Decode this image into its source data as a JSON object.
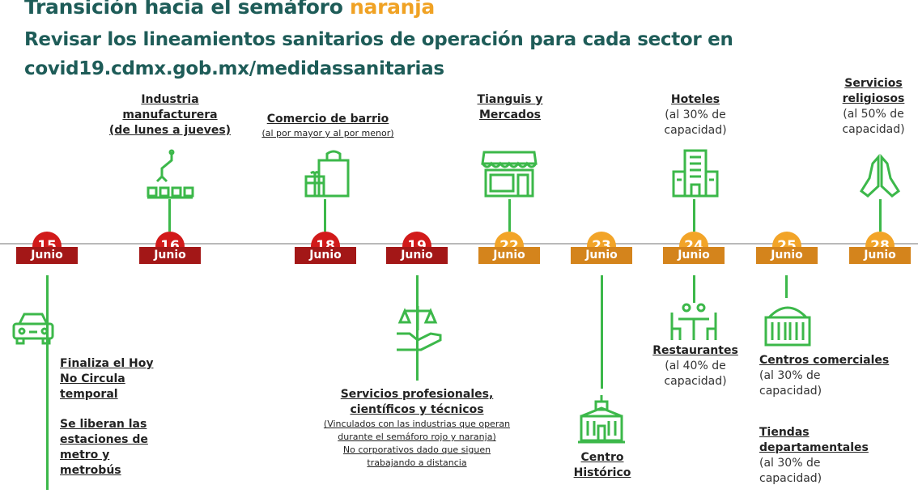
{
  "header": {
    "title_prefix": "Transición hacia el semáforo ",
    "title_accent": "naranja",
    "subtitle_line1": "Revisar los lineamientos sanitarios de operación para cada sector en",
    "subtitle_line2": "covid19.cdmx.gob.mx/medidassanitarias"
  },
  "colors": {
    "red": "#d11a1a",
    "orange": "#f2a428",
    "teal": "#1e5c58",
    "green": "#3cb84a"
  },
  "dates": [
    {
      "day": "15",
      "month": "Junio",
      "status": "red"
    },
    {
      "day": "16",
      "month": "Junio",
      "status": "red"
    },
    {
      "day": "18",
      "month": "Junio",
      "status": "red"
    },
    {
      "day": "19",
      "month": "Junio",
      "status": "red"
    },
    {
      "day": "22",
      "month": "Junio",
      "status": "orange"
    },
    {
      "day": "23",
      "month": "Junio",
      "status": "orange"
    },
    {
      "day": "24",
      "month": "Junio",
      "status": "orange"
    },
    {
      "day": "25",
      "month": "Junio",
      "status": "orange"
    },
    {
      "day": "28",
      "month": "Junio",
      "status": "orange"
    }
  ],
  "events": {
    "industria": {
      "line1": "Industria",
      "line2": "manufacturera",
      "line3": "(de lunes a jueves)",
      "icon": "factory-arm-icon"
    },
    "comercio": {
      "title": "Comercio de barrio",
      "note": "(al por mayor y al por menor)",
      "icon": "shopping-bag-icon"
    },
    "tianguis": {
      "line1": "Tianguis y",
      "line2": "Mercados",
      "icon": "market-stall-icon"
    },
    "hoteles": {
      "title": "Hoteles",
      "cap1": "(al 30% de",
      "cap2": "capacidad)",
      "icon": "hotel-building-icon"
    },
    "religiosos": {
      "line1": "Servicios",
      "line2": "religiosos",
      "cap1": "(al 50% de",
      "cap2": "capacidad)",
      "icon": "praying-hands-icon"
    },
    "hoy_no_circula": {
      "line1": "Finaliza el Hoy",
      "line2": "No Circula",
      "line3": "temporal",
      "icon": "car-icon"
    },
    "metro": {
      "line1": "Se liberan las",
      "line2": "estaciones de",
      "line3": "metro y",
      "line4": "metrobús"
    },
    "servicios_prof": {
      "title1": "Servicios profesionales,",
      "title2": "científicos y técnicos",
      "note1": "(Vinculados con las industrias que operan",
      "note2": "durante el semáforo rojo y naranja)",
      "note3": "No corporativos dado que siguen",
      "note4": "trabajando a distancia",
      "icon": "scales-hand-icon"
    },
    "centro": {
      "line1": "Centro",
      "line2": "Histórico",
      "icon": "historic-building-icon"
    },
    "restaurantes": {
      "title": "Restaurantes",
      "cap1": "(al 40% de",
      "cap2": "capacidad)",
      "icon": "restaurant-table-icon"
    },
    "centros_comerciales": {
      "title": "Centros comerciales",
      "cap1": "(al 30% de",
      "cap2": "capacidad)",
      "icon": "mall-building-icon"
    },
    "tiendas": {
      "line1": "Tiendas",
      "line2": "departamentales",
      "cap1": "(al 30% de",
      "cap2": "capacidad)"
    }
  }
}
